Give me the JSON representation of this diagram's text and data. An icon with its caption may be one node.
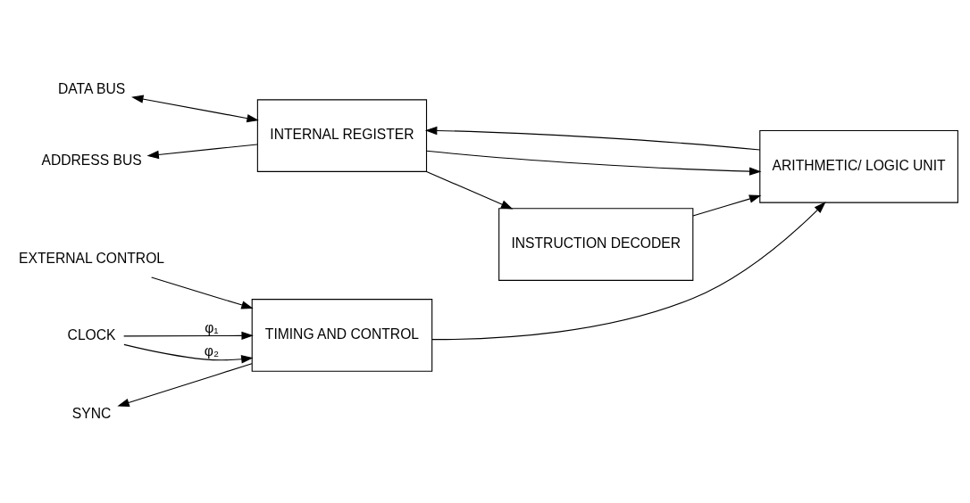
{
  "diagram": {
    "nodes": [
      {
        "text": [
          "DATA BUS"
        ]
      },
      {
        "text": [
          "ADDRESS BUS"
        ]
      },
      {
        "text": [
          "INTERNAL REGISTER"
        ]
      },
      {
        "text": [
          "INSTRUCTION DECODER"
        ]
      },
      {
        "text": [
          "ARITHMETIC/ LOGIC UNIT"
        ]
      },
      {
        "text": [
          "CLOCK"
        ]
      },
      {
        "text": [
          "SYNC"
        ]
      },
      {
        "text": [
          "TIMING AND CONTROL"
        ]
      },
      {
        "text": [
          "EXTERNAL CONTROL"
        ]
      }
    ],
    "edges": [
      {
        "from": 2,
        "to": 0,
        "arrow": "both"
      },
      {
        "from": 2,
        "to": 1,
        "arrow": "to"
      },
      {
        "from": 2,
        "to": 3,
        "arrow": "to"
      },
      {
        "from": 3,
        "to": 4,
        "arrow": "to"
      },
      {
        "from": 2,
        "to": 4,
        "arrow": "to"
      },
      {
        "from": 4,
        "to": 2,
        "arrow": "to"
      },
      {
        "from": 5,
        "to": 7,
        "arrow": "to",
        "label": "φ₁"
      },
      {
        "from": 5,
        "to": 7,
        "arrow": "to",
        "label": "φ₂"
      },
      {
        "from": 7,
        "to": 6,
        "arrow": "to"
      },
      {
        "from": 7,
        "to": 4,
        "arrow": "to"
      },
      {
        "from": 8,
        "to": 7,
        "arrow": "to"
      }
    ]
  }
}
